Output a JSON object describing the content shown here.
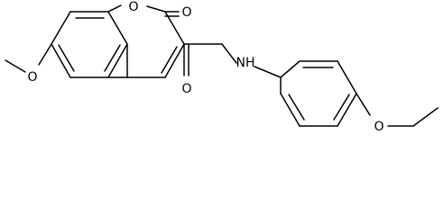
{
  "molecule": {
    "atoms": {
      "ring_oxygen": "O",
      "carbonyl_oxygen": "O",
      "methoxy_oxygen": "O",
      "amide_nh": "NH",
      "amide_oxygen": "O",
      "ethoxy_oxygen": "O"
    }
  }
}
